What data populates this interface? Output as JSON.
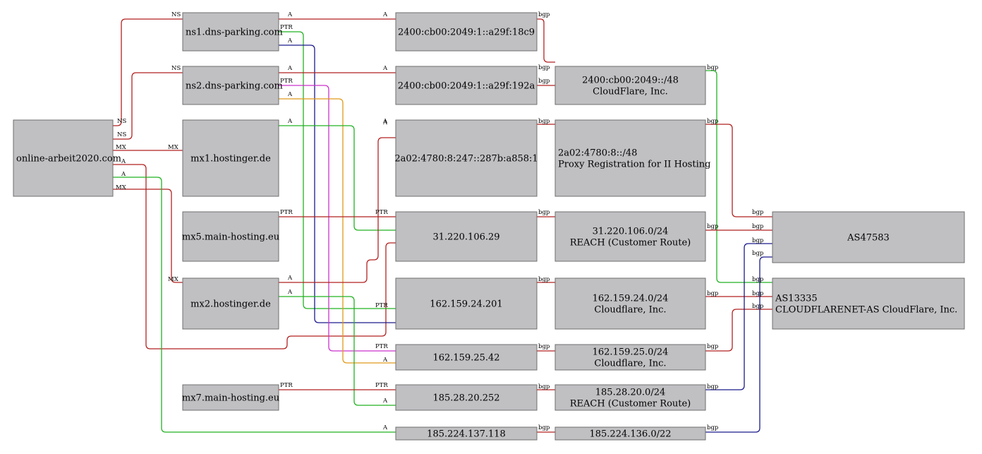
{
  "colors": {
    "red": "#b22222",
    "green": "#22b222",
    "blue": "#1a1a8c",
    "magenta": "#cc33cc",
    "orange": "#e09a1a",
    "node_fill": "#c0bfc2",
    "node_border": "#6f6f6f"
  },
  "nodes": {
    "domain": [
      "online-arbeit2020.com"
    ],
    "ns1": [
      "ns1.dns-parking.com"
    ],
    "ns2": [
      "ns2.dns-parking.com"
    ],
    "mx1": [
      "mx1.hostinger.de"
    ],
    "mx5": [
      "mx5.main-hosting.eu"
    ],
    "mx2": [
      "mx2.hostinger.de"
    ],
    "mx7": [
      "mx7.main-hosting.eu"
    ],
    "ip6a": [
      "2400:cb00:2049:1::a29f:18c9"
    ],
    "ip6b": [
      "2400:cb00:2049:1::a29f:192a"
    ],
    "ip6c": [
      "2a02:4780:8:247::287b:a858:1"
    ],
    "ip31": [
      "31.220.106.29"
    ],
    "ip162a": [
      "162.159.24.201"
    ],
    "ip162b": [
      "162.159.25.42"
    ],
    "ip185a": [
      "185.28.20.252"
    ],
    "ip185b": [
      "185.224.137.118"
    ],
    "net6cf": [
      "2400:cb00:2049::/48",
      "CloudFlare, Inc."
    ],
    "net6px": [
      "2a02:4780:8::/48",
      "Proxy Registration for II Hosting"
    ],
    "net31": [
      "31.220.106.0/24",
      "REACH (Customer Route)"
    ],
    "net162a": [
      "162.159.24.0/24",
      "Cloudflare, Inc."
    ],
    "net162b": [
      "162.159.25.0/24",
      "Cloudflare, Inc."
    ],
    "net185a": [
      "185.28.20.0/24",
      "REACH (Customer Route)"
    ],
    "net185b": [
      "185.224.136.0/22"
    ],
    "as47583": [
      "AS47583"
    ],
    "as13335": [
      "AS13335",
      "CLOUDFLARENET-AS CloudFlare, Inc."
    ]
  },
  "edge_labels": {
    "ns": "NS",
    "mx": "MX",
    "a": "A",
    "ptr": "PTR",
    "bgp": "bgp"
  }
}
